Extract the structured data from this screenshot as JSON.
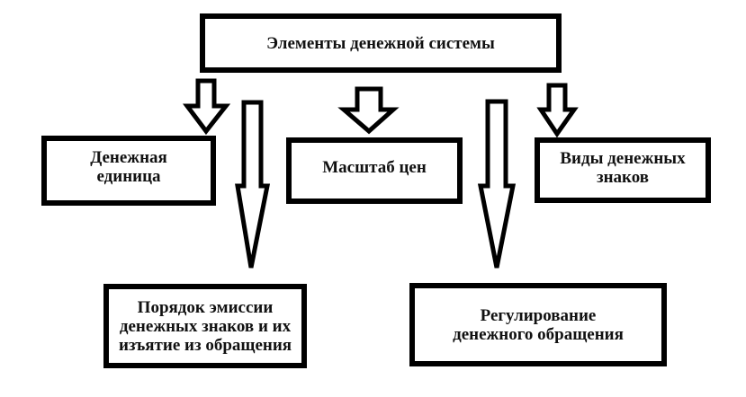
{
  "diagram": {
    "title": "Элементы денежной системы",
    "nodes": [
      {
        "id": "unit",
        "lines": [
          "Денежная",
          "единица"
        ]
      },
      {
        "id": "scale",
        "lines": [
          "Масштаб цен"
        ]
      },
      {
        "id": "types",
        "lines": [
          "Виды денежных",
          "знаков"
        ]
      },
      {
        "id": "emission",
        "lines": [
          "Порядок эмиссии",
          "денежных знаков и их",
          "изъятие из обращения"
        ]
      },
      {
        "id": "regulation",
        "lines": [
          "Регулирование",
          "денежного обращения"
        ]
      }
    ],
    "edges": [
      {
        "from": "title",
        "to": "unit"
      },
      {
        "from": "title",
        "to": "emission"
      },
      {
        "from": "title",
        "to": "scale"
      },
      {
        "from": "title",
        "to": "regulation"
      },
      {
        "from": "title",
        "to": "types"
      }
    ]
  }
}
